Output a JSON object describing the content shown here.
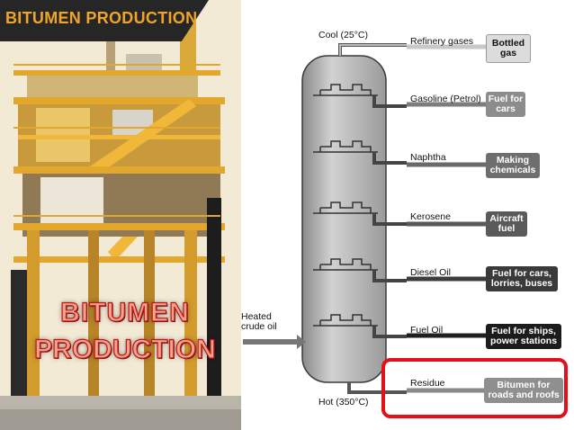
{
  "photo": {
    "banner_text": "BITUMEN PRODUCTION",
    "title_line1": "BITUMEN",
    "title_line2": "PRODUCTION"
  },
  "diagram": {
    "top_label": "Cool (25°C)",
    "bottom_label": "Hot (350°C)",
    "input_label": "Heated crude oil",
    "fractions": [
      {
        "name": "Refinery gases",
        "use": "Bottled gas"
      },
      {
        "name": "Gasoline (Petrol)",
        "use": "Fuel for cars"
      },
      {
        "name": "Naphtha",
        "use": "Making chemicals"
      },
      {
        "name": "Kerosene",
        "use": "Aircraft fuel"
      },
      {
        "name": "Diesel Oil",
        "use": "Fuel for cars, lorries, buses"
      },
      {
        "name": "Fuel Oil",
        "use": "Fuel for ships, power stations"
      },
      {
        "name": "Residue",
        "use": "Bitumen for roads and roofs"
      }
    ],
    "highlight_color": "#e3101a"
  }
}
